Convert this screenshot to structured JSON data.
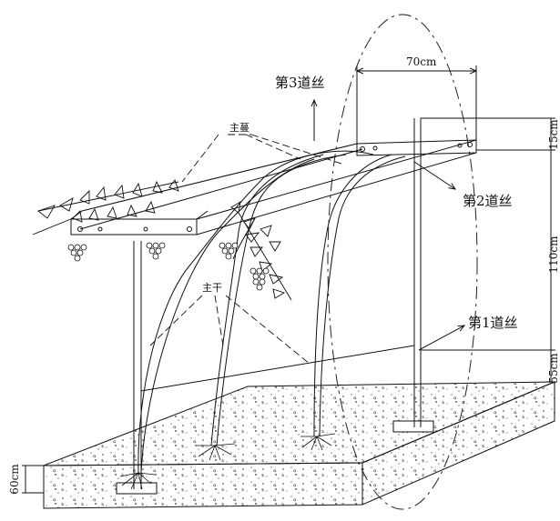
{
  "labels": {
    "wire3": "第3道丝",
    "wire2": "第2道丝",
    "wire1": "第1道丝",
    "main_vine": "主蔓",
    "trunk": "主干"
  },
  "dimensions": {
    "width_top": "70cm",
    "d15": "15cm",
    "d110": "110cm",
    "d55": "55cm",
    "d60": "60cm"
  }
}
